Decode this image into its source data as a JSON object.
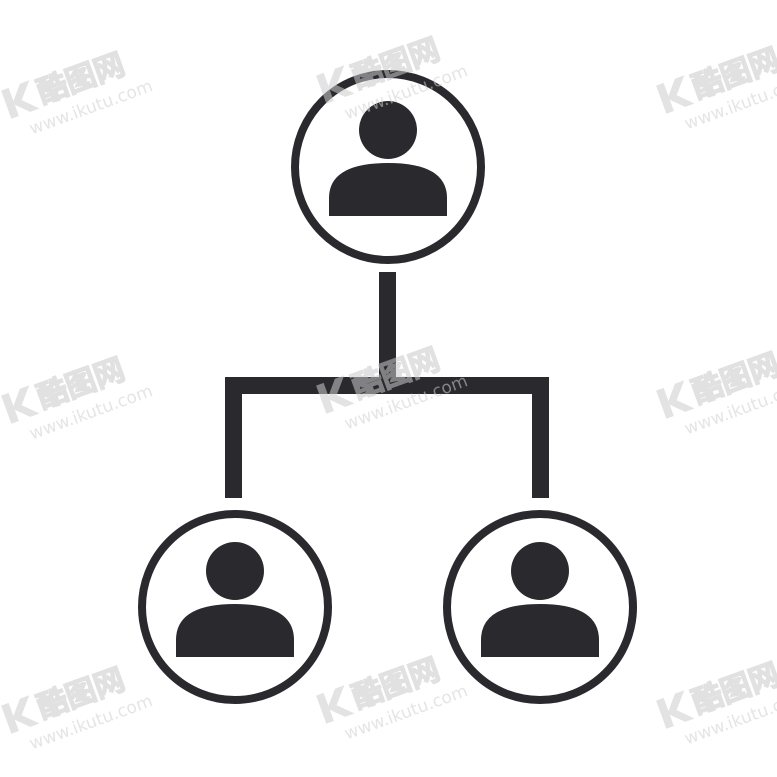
{
  "icon": {
    "name": "org-chart-icon",
    "color": "#2a292e",
    "nodes": [
      {
        "name": "top-person",
        "role": "parent"
      },
      {
        "name": "bottom-left-person",
        "role": "child"
      },
      {
        "name": "bottom-right-person",
        "role": "child"
      }
    ]
  },
  "watermark": {
    "brand_cn": "酷图网",
    "url": "www.ikutu.com",
    "color": "#c9c9c9"
  }
}
